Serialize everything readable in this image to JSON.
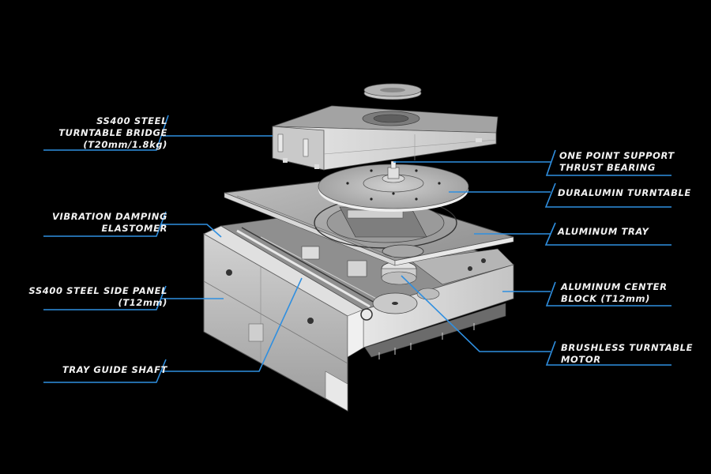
{
  "diagram": {
    "type": "exploded-view",
    "subject": "turntable mechanism",
    "colors": {
      "background": "#000000",
      "leader": "#2f8fe0",
      "label_text": "#f2f2f2",
      "metal_light": "#d8d8d8",
      "metal_mid": "#a9a9a9",
      "metal_dark": "#6e6e6e"
    },
    "components": {
      "clamp_disc": "clamp disc",
      "bridge": "turntable bridge",
      "turntable": "turntable platter",
      "tray": "tray",
      "chassis": "chassis"
    }
  },
  "labels": {
    "left": [
      {
        "id": "bridge",
        "lines": [
          "SS400 STEEL",
          "TURNTABLE BRIDGE",
          "(T20mm/1.8kg)"
        ]
      },
      {
        "id": "elastomer",
        "lines": [
          "VIBRATION DAMPING",
          "ELASTOMER"
        ]
      },
      {
        "id": "side-panel",
        "lines": [
          "SS400 STEEL SIDE PANEL",
          "(T12mm)"
        ]
      },
      {
        "id": "guide-shaft",
        "lines": [
          "TRAY GUIDE SHAFT"
        ]
      }
    ],
    "right": [
      {
        "id": "thrust-bearing",
        "lines": [
          "ONE POINT SUPPORT",
          "THRUST BEARING"
        ]
      },
      {
        "id": "turntable",
        "lines": [
          "DURALUMIN TURNTABLE"
        ]
      },
      {
        "id": "tray",
        "lines": [
          "ALUMINUM TRAY"
        ]
      },
      {
        "id": "center-block",
        "lines": [
          "ALUMINUM CENTER",
          "BLOCK (T12mm)"
        ]
      },
      {
        "id": "motor",
        "lines": [
          "BRUSHLESS TURNTABLE",
          "MOTOR"
        ]
      }
    ]
  }
}
